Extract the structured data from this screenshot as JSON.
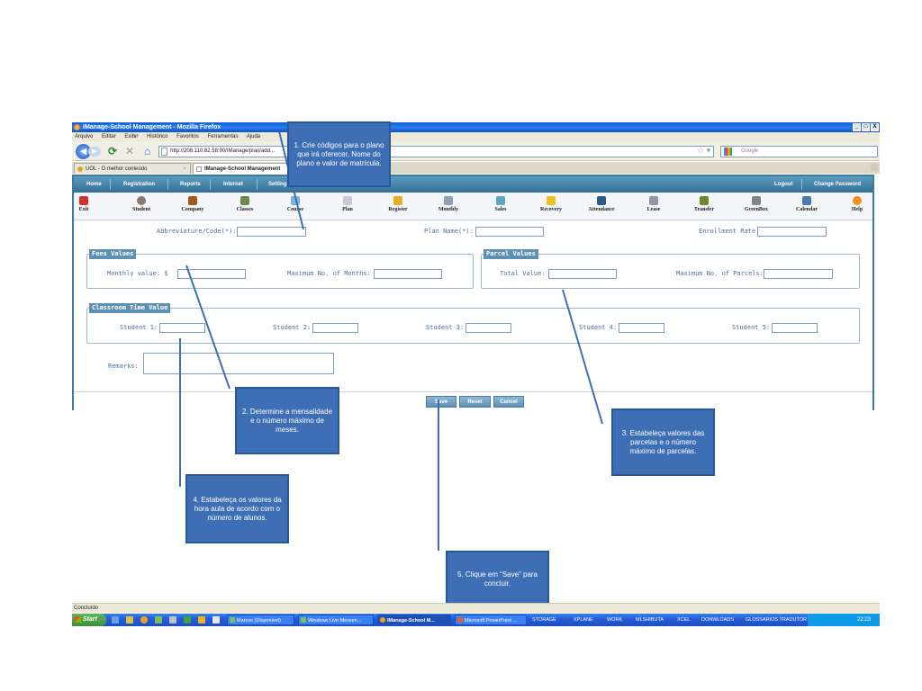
{
  "window": {
    "title": "IManage-School Management - Mozilla Firefox",
    "controls": [
      "_",
      "□",
      "X"
    ]
  },
  "menu": [
    "Arquivo",
    "Editar",
    "Exibir",
    "Histórico",
    "Favoritos",
    "Ferramentas",
    "Ajuda"
  ],
  "nav": {
    "url": "http://208.110.82.58:90/IManage/plan/add...",
    "search_placeholder": "Google"
  },
  "tabs": [
    {
      "label": "UOL - O melhor conteúdo"
    },
    {
      "label": "IManage-School Management"
    }
  ],
  "app": {
    "topnav": [
      "Home",
      "Registration",
      "Reports",
      "Internet",
      "Settings"
    ],
    "topnav_right": [
      "Logout",
      "Change Password"
    ],
    "iconbar": [
      "Exit",
      "Student",
      "Company",
      "Classes",
      "Course",
      "Plan",
      "Register",
      "Monthly",
      "Sales",
      "Recovery",
      "Attendance",
      "Lease",
      "Transfer",
      "GreenBox",
      "Calendar",
      "Help"
    ],
    "form": {
      "abbreviation_label": "Abbreviature/Code(*):",
      "plan_name_label": "Plan Name(*):",
      "enrollment_rate_label": "Enrollment Rate:",
      "fees_legend": "Fees Values",
      "monthly_value_label": "Monthly value: $",
      "max_months_label": "Maximum No. of Months:",
      "parcel_legend": "Parcel Values",
      "total_value_label": "Total Value: $",
      "max_parcels_label": "Maximum No. of Parcels:",
      "classroom_legend": "Classroom Time Value",
      "students": [
        "Student 1:",
        "Student 2:",
        "Student 3:",
        "Student 4:",
        "Student 5:"
      ],
      "remarks_label": "Remarks:"
    },
    "buttons": {
      "save": "Save",
      "reset": "Reset",
      "cancel": "Cancel"
    }
  },
  "annotations": [
    "1. Crie códigos para o plano que irá oferecer, Nome do plano e valor de matrícula.",
    "2. Determine a mensalidade e o número máximo de meses.",
    "3. Estabeleça valores das parcelas e o número máximo de parcelas.",
    "4. Estabeleça os valores da hora aula de acordo com o número de alunos.",
    "5. Clique em “Save” para concluir."
  ],
  "status": "Concluído",
  "taskbar": {
    "start": "Start",
    "tasks": [
      "Marcos (Disponível)",
      "Windows Live Messen...",
      "IManage-School M...",
      "Microsoft PowerPoint ..."
    ],
    "bands": [
      "STORAGE",
      "XPLANE",
      "WORK",
      "MLSHIBUTA",
      "XCEL",
      "DONWLOADS",
      "GLOSSARIOS TRADUTOR"
    ],
    "clock": "22:23"
  }
}
